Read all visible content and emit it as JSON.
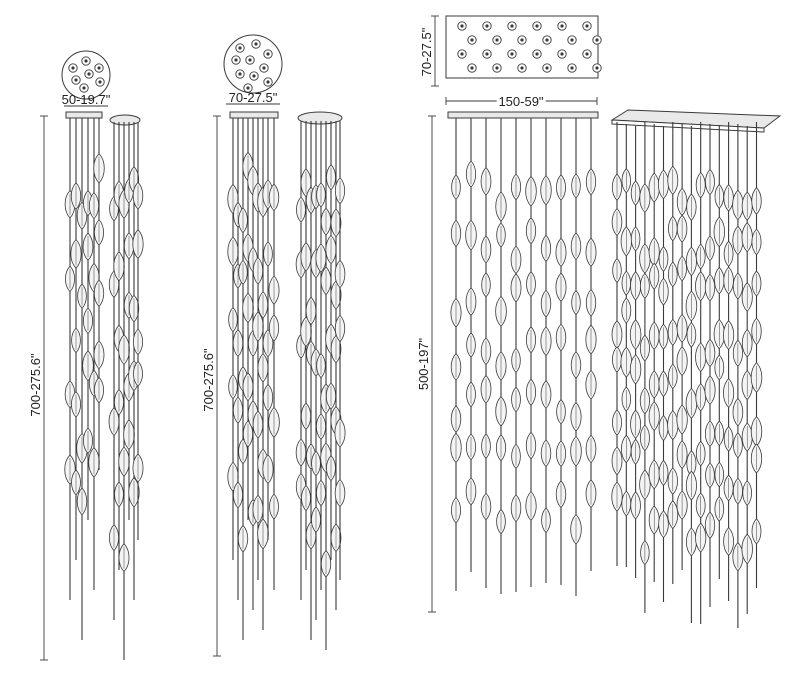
{
  "drawing": {
    "colors": {
      "line": "#3a3a3a",
      "fill": "#ffffff",
      "canopy_fill": "#e9e9e9",
      "glass": "#f4f4f4"
    },
    "round_small": {
      "canopy_label": "50-19.7\"",
      "height_label": "700-275.6\"",
      "glass_count": 7
    },
    "round_large": {
      "canopy_label": "70-27.5\"",
      "height_label": "700-275.6\"",
      "glass_count": 10
    },
    "rectangular": {
      "width_label": "150-59\"",
      "depth_label": "70-27.5\"",
      "height_label": "500-197\"",
      "glass_count": 24
    }
  }
}
